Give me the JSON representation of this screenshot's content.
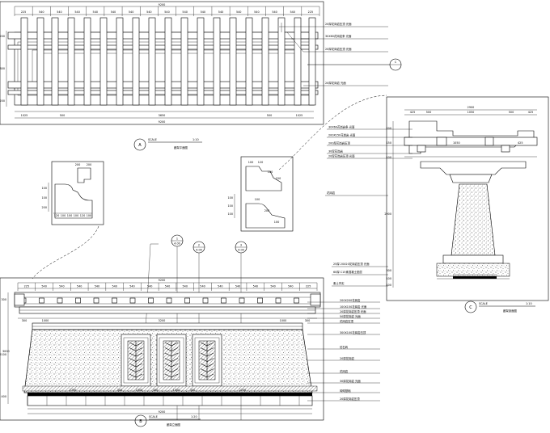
{
  "plan_a": {
    "top_total": "9200",
    "top_dims": [
      "225",
      "540",
      "540",
      "540",
      "540",
      "540",
      "540",
      "540",
      "540",
      "540",
      "540",
      "540",
      "540",
      "540",
      "540",
      "540",
      "225"
    ],
    "bottom_total": "9200",
    "bottom_dims": [
      "1025",
      "500",
      "3650",
      "500",
      "1025"
    ],
    "left_dims": [
      "200",
      "800",
      "200"
    ],
    "callouts": [
      "20厚花岗岩压顶 光面",
      "30X60花岗岩条 光面",
      "20厚花岗岩压顶 光面",
      "20厚花岗岩 光面"
    ],
    "label_letter": "A",
    "scale_word": "SCALE",
    "scale_value": "1:10",
    "title": "廊架平面图",
    "section_symbol": "C"
  },
  "detail_1": {
    "dims": [
      "120",
      "100",
      "100",
      "100",
      "120",
      "100",
      "200",
      "200"
    ],
    "side_dims": [
      "100",
      "100",
      "200"
    ]
  },
  "detail_2": {
    "dims": [
      "100",
      "120",
      "100",
      "150",
      "100",
      "200",
      "100"
    ],
    "side_dims": [
      "100",
      "100",
      "100"
    ]
  },
  "elev_b": {
    "top_total": "9200",
    "top_dims": [
      "225",
      "540",
      "540",
      "540",
      "540",
      "540",
      "540",
      "540",
      "540",
      "540",
      "540",
      "540",
      "540",
      "540",
      "540",
      "540",
      "225"
    ],
    "mid_dims": [
      "300",
      "1000",
      "3200",
      "1000",
      "300"
    ],
    "bottom_dims": [
      "2750",
      "300",
      "1500",
      "300",
      "1500",
      "300",
      "2250"
    ],
    "bottom_total": "9200",
    "left_dims": [
      "300",
      "2100",
      "400"
    ],
    "left_total": "3000",
    "callouts": [
      "200X200花岗岩",
      "100X150花岗岩 光面",
      "20厚花岗岩压顶 光面",
      "50厚花岗岩 光面",
      "花岗岩压顶",
      "300X100花岗岩压顶",
      "仿石砖",
      "20厚花岗岩",
      "花岗岩",
      "30厚花岗岩 光面",
      "砖砌基础",
      "20厚花岗岩压顶"
    ],
    "markers": [
      "1",
      "2",
      "3"
    ],
    "marker_sub": [
      "4.00",
      "4.00",
      "4.00"
    ],
    "label_letter": "B",
    "scale_word": "SCALE",
    "scale_value": "1:20",
    "title": "廊架立面图"
  },
  "section_c": {
    "top_total": "2900",
    "top_dims": [
      "425",
      "500",
      "1050",
      "500",
      "425"
    ],
    "callouts": [
      "30X60花岗岩条 光面",
      "200X150花岗岩 光面",
      "200厚花岗岩压顶",
      "30厚花岗岩",
      "20厚花岗岩压顶 光面",
      "花岗岩",
      "20厚花岗岩 光面",
      "30厚花岗岩",
      "20厚花岗岩压顶"
    ],
    "left_dims": [
      "200",
      "150",
      "100",
      "2900",
      "300",
      "100",
      "100"
    ],
    "label_letter": "C",
    "scale_word": "SCALE",
    "scale_value": "1:10",
    "title": "廊架剖面图"
  }
}
